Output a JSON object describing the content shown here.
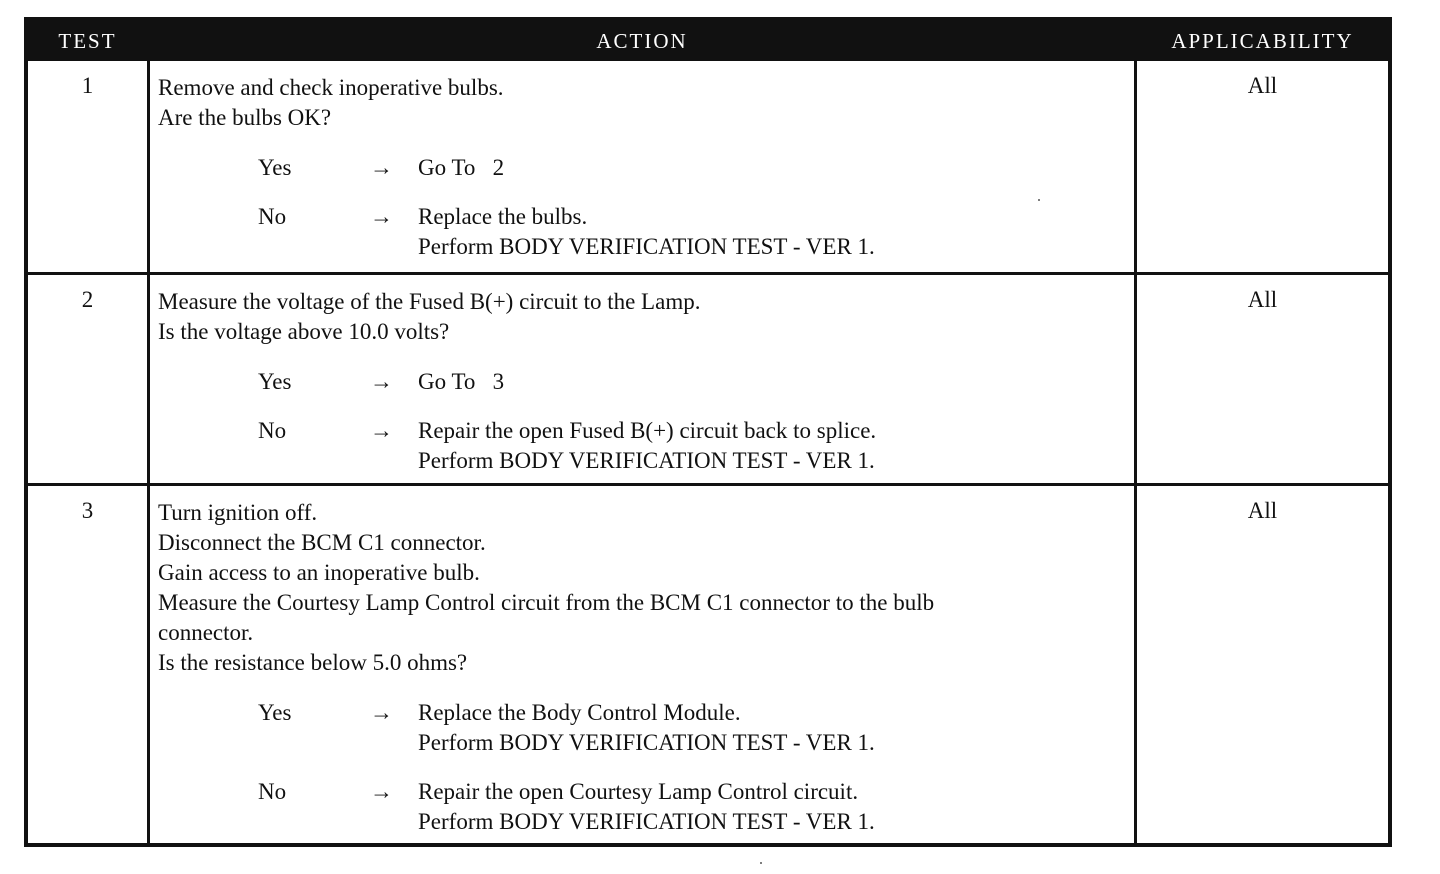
{
  "headers": {
    "test": "TEST",
    "action": "ACTION",
    "applicability": "APPLICABILITY"
  },
  "rows": [
    {
      "test": "1",
      "applicability": "All",
      "steps": [
        "Remove and check inoperative bulbs.",
        "Are the bulbs OK?"
      ],
      "yes": {
        "label": "Yes",
        "arrow": "→",
        "result": [
          "Go To   2"
        ]
      },
      "no": {
        "label": "No",
        "arrow": "→",
        "result": [
          "Replace the bulbs.",
          "Perform BODY VERIFICATION TEST - VER 1."
        ]
      }
    },
    {
      "test": "2",
      "applicability": "All",
      "steps": [
        "Measure the voltage of the Fused B(+) circuit to the Lamp.",
        "Is the voltage above 10.0 volts?"
      ],
      "yes": {
        "label": "Yes",
        "arrow": "→",
        "result": [
          "Go To   3"
        ]
      },
      "no": {
        "label": "No",
        "arrow": "→",
        "result": [
          "Repair the open Fused B(+) circuit back to splice.",
          "Perform BODY VERIFICATION TEST - VER 1."
        ]
      }
    },
    {
      "test": "3",
      "applicability": "All",
      "steps": [
        "Turn ignition off.",
        "Disconnect the BCM C1 connector.",
        "Gain access to an inoperative bulb.",
        "Measure the Courtesy Lamp Control circuit from the BCM C1 connector to the bulb",
        "connector.",
        "Is the resistance below 5.0 ohms?"
      ],
      "yes": {
        "label": "Yes",
        "arrow": "→",
        "result": [
          "Replace the Body Control Module.",
          "Perform BODY VERIFICATION TEST - VER 1."
        ]
      },
      "no": {
        "label": "No",
        "arrow": "→",
        "result": [
          "Repair the open Courtesy Lamp Control circuit.",
          "Perform BODY VERIFICATION TEST - VER 1."
        ]
      }
    }
  ]
}
